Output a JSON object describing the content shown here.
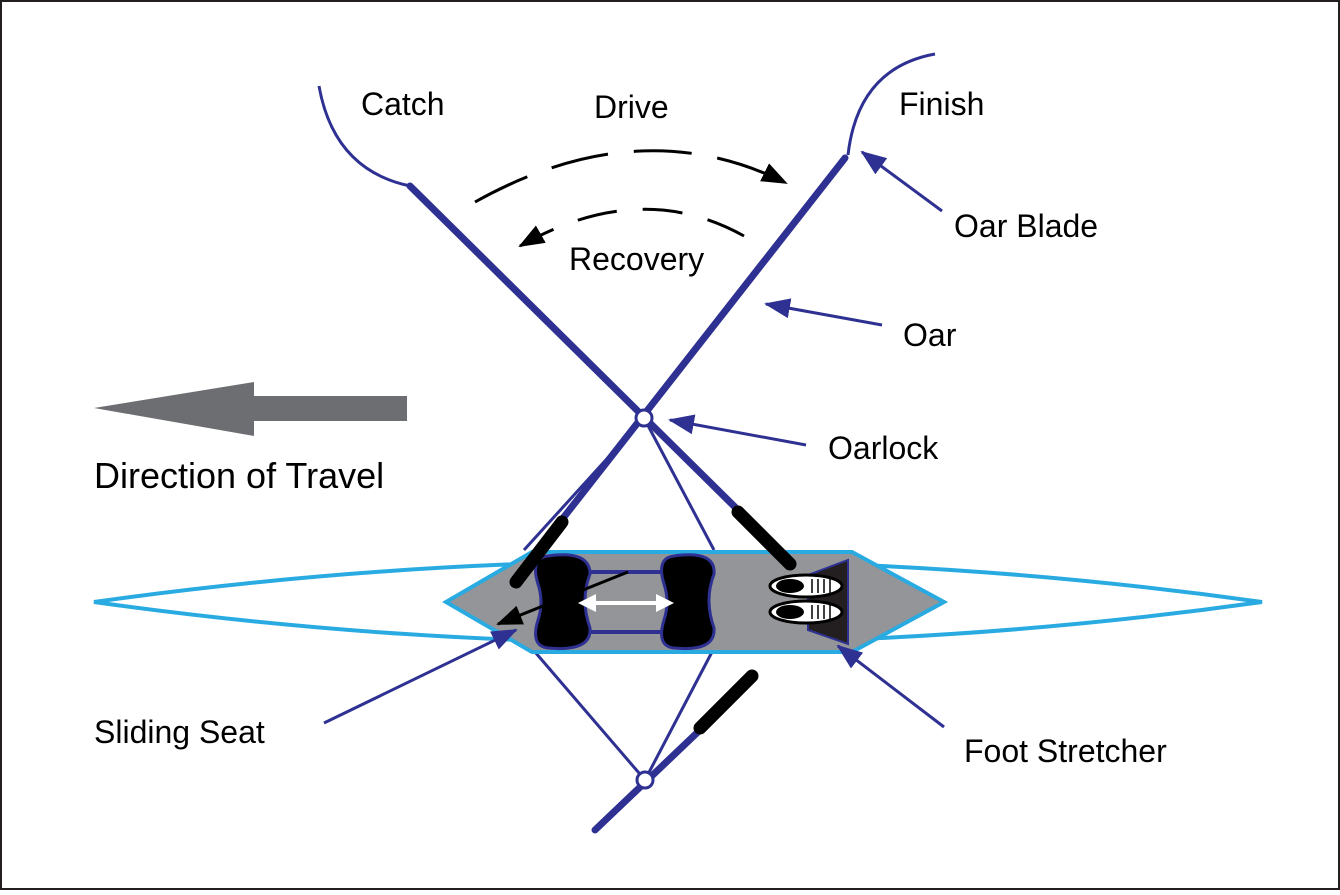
{
  "labels": {
    "catch": "Catch",
    "drive": "Drive",
    "finish": "Finish",
    "recovery": "Recovery",
    "oar_blade": "Oar Blade",
    "oar": "Oar",
    "oarlock": "Oarlock",
    "direction_of_travel": "Direction of Travel",
    "sliding_seat": "Sliding Seat",
    "foot_stretcher": "Foot Stretcher"
  },
  "colors": {
    "oar": "#2e3192",
    "hull_outline": "#29abe2",
    "deck": "#939598",
    "arrow_gray": "#6d6e71",
    "annotation": "#2e3192",
    "dashed": "#000000",
    "seat": "#000000"
  }
}
